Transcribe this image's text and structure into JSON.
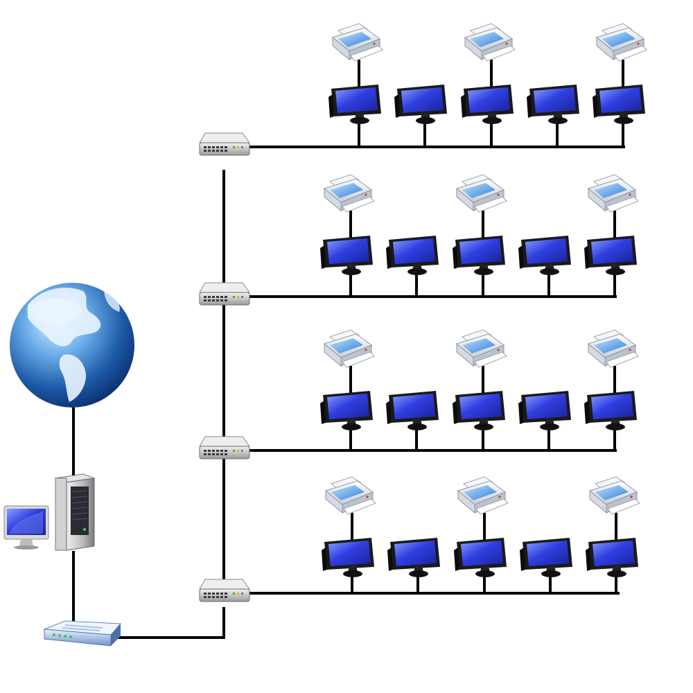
{
  "colors": {
    "background": "#ffffff",
    "cable": "#000000",
    "screen_blue": "#2f3fe0",
    "monitor_body": "#1a1a1a",
    "switch_body": "#d6d6d6",
    "globe_blue": "#2a6fb8"
  },
  "icons": {
    "globe": "globe-icon",
    "server": "server-tower-icon",
    "admin_monitor": "imac-monitor-icon",
    "router": "router-modem-icon",
    "switch": "network-switch-icon",
    "workstation": "lcd-monitor-icon",
    "printer": "printer-icon"
  },
  "topology": {
    "switch_count": 4,
    "workstations_per_switch": 5,
    "printers_per_switch": 3,
    "printer_positions": [
      0,
      2,
      4
    ]
  }
}
